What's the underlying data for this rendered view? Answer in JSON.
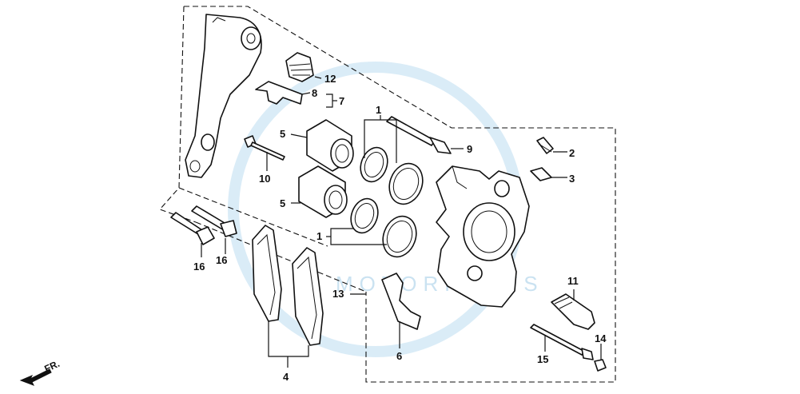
{
  "watermark": {
    "word": "MOTORPARTS"
  },
  "direction": {
    "label": "FR."
  },
  "callouts": [
    {
      "id": "c1a",
      "label": "1"
    },
    {
      "id": "c1b",
      "label": "1"
    },
    {
      "id": "c2",
      "label": "2"
    },
    {
      "id": "c3",
      "label": "3"
    },
    {
      "id": "c4",
      "label": "4"
    },
    {
      "id": "c5a",
      "label": "5"
    },
    {
      "id": "c5b",
      "label": "5"
    },
    {
      "id": "c6",
      "label": "6"
    },
    {
      "id": "c7",
      "label": "7"
    },
    {
      "id": "c8",
      "label": "8"
    },
    {
      "id": "c9",
      "label": "9"
    },
    {
      "id": "c10",
      "label": "10"
    },
    {
      "id": "c11",
      "label": "11"
    },
    {
      "id": "c12",
      "label": "12"
    },
    {
      "id": "c13",
      "label": "13"
    },
    {
      "id": "c14",
      "label": "14"
    },
    {
      "id": "c15",
      "label": "15"
    },
    {
      "id": "c16a",
      "label": "16"
    },
    {
      "id": "c16b",
      "label": "16"
    }
  ]
}
